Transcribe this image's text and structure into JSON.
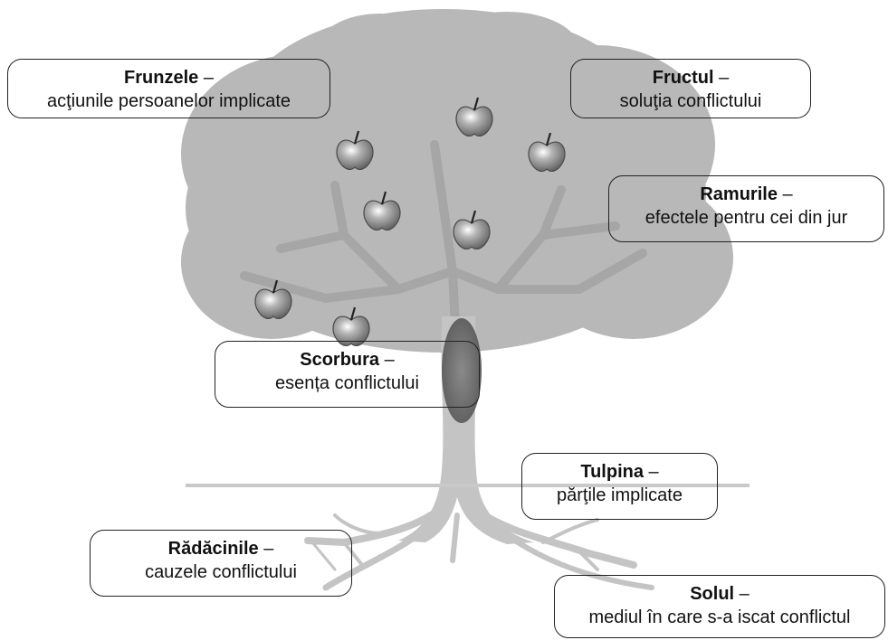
{
  "dash": "–",
  "colors": {
    "canopy": "#b8b8b8",
    "trunk": "#c4c4c4",
    "branch_shade": "#a8a8a8",
    "hollow": "#7a7a7a",
    "ground_line": "#c9c9c9",
    "apple": "#8e8e8e"
  },
  "labels": {
    "frunzele": {
      "title": "Frunzele",
      "desc": "acţiunile persoanelor implicate"
    },
    "fructul": {
      "title": "Fructul",
      "desc": "soluţia conflictului"
    },
    "ramurile": {
      "title": "Ramurile",
      "desc": "efectele pentru cei din jur"
    },
    "scorbura": {
      "title": "Scorbura",
      "desc": "esența conflictului"
    },
    "tulpina": {
      "title": "Tulpina",
      "desc": "părţile implicate"
    },
    "radacinile": {
      "title": "Rădăcinile",
      "desc": "cauzele conflictului"
    },
    "solul": {
      "title": "Solul",
      "desc": "mediul în care s-a iscat conflictul"
    }
  },
  "apples_count": 7
}
